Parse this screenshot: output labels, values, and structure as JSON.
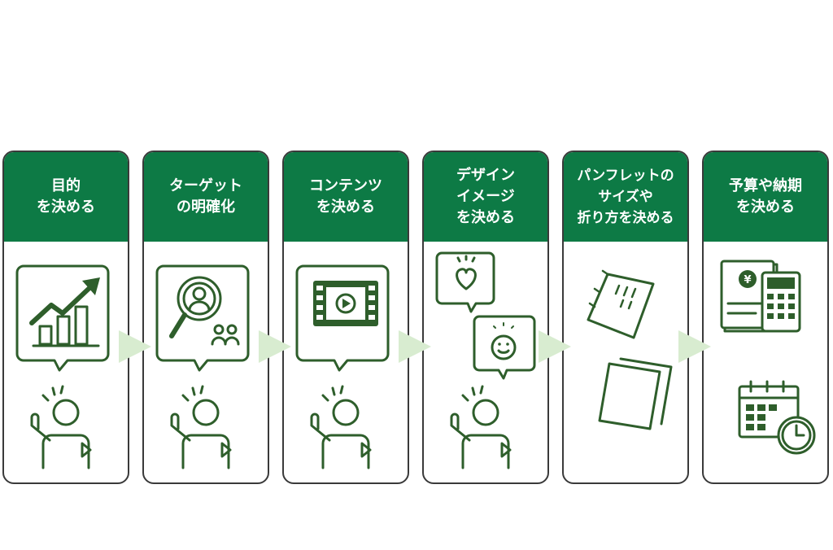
{
  "steps": [
    {
      "lines": [
        "目的",
        "を決める"
      ],
      "icon": "growth-chart-icon"
    },
    {
      "lines": [
        "ターゲット",
        "の明確化"
      ],
      "icon": "target-search-icon"
    },
    {
      "lines": [
        "コンテンツ",
        "を決める"
      ],
      "icon": "film-content-icon"
    },
    {
      "lines": [
        "デザイン",
        "イメージ",
        "を決める"
      ],
      "icon": "heart-smile-icon"
    },
    {
      "lines": [
        "パンフレットの",
        "サイズや",
        "折り方を決める"
      ],
      "icon": "brochure-paper-icon"
    },
    {
      "lines": [
        "予算や納期",
        "を決める"
      ],
      "icon": "budget-calendar-icon"
    }
  ],
  "colors": {
    "header": "#0d7a45",
    "icon": "#2e5e2b",
    "arrow": "#d8ecd0",
    "border": "#3a3a3a"
  },
  "yen_symbol": "¥"
}
